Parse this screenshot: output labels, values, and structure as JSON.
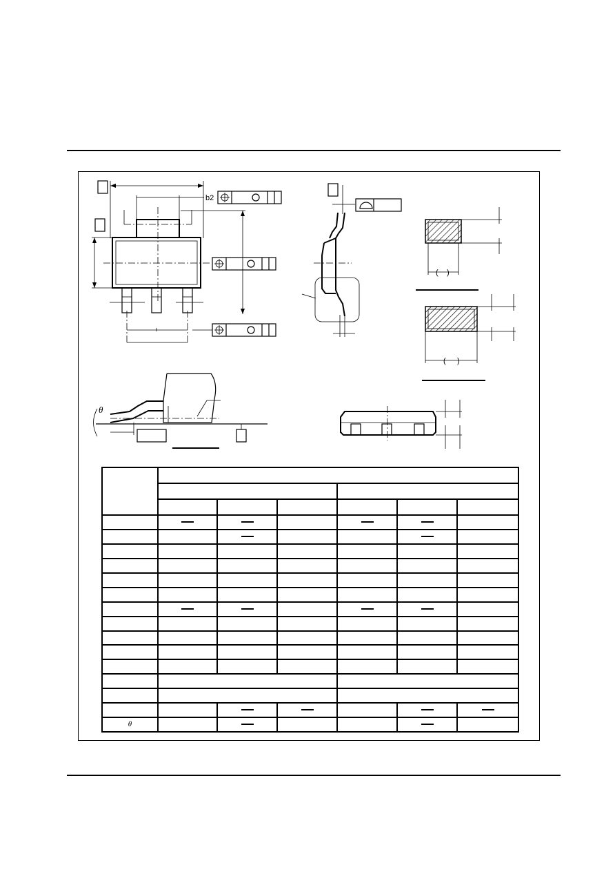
{
  "drawing": {
    "label_b2": "b2",
    "symbol_theta": "θ",
    "paren_open": "(",
    "paren_close": ")"
  },
  "table": {
    "dash_glyph": "—",
    "rows": [
      {
        "sym": "",
        "cells": [
          "dash",
          "dash",
          "",
          "dash",
          "dash",
          ""
        ]
      },
      {
        "sym": "",
        "cells": [
          "",
          "dash",
          "",
          "",
          "dash",
          ""
        ]
      },
      {
        "sym": "",
        "cells": [
          "",
          "",
          "",
          "",
          "",
          ""
        ]
      },
      {
        "sym": "",
        "cells": [
          "",
          "",
          "",
          "",
          "",
          ""
        ]
      },
      {
        "sym": "",
        "cells": [
          "",
          "",
          "",
          "",
          "",
          ""
        ]
      },
      {
        "sym": "",
        "cells": [
          "",
          "",
          "",
          "",
          "",
          ""
        ]
      },
      {
        "sym": "",
        "cells": [
          "dash",
          "dash",
          "",
          "dash",
          "dash",
          ""
        ]
      },
      {
        "sym": "",
        "cells": [
          "",
          "",
          "",
          "",
          "",
          ""
        ]
      },
      {
        "sym": "",
        "cells": [
          "",
          "",
          "",
          "",
          "",
          ""
        ]
      },
      {
        "sym": "",
        "cells": [
          "",
          "",
          "",
          "",
          "",
          ""
        ]
      },
      {
        "sym": "",
        "cells": [
          "",
          "",
          "",
          "",
          "",
          ""
        ]
      }
    ],
    "row_e1": {
      "sym": "",
      "left": "",
      "right": ""
    },
    "row_e2": {
      "sym": "",
      "left": "",
      "right": ""
    },
    "row_l": {
      "sym": "",
      "cells": [
        "",
        "dash",
        "dash",
        "",
        "dash",
        "dash"
      ]
    },
    "row_theta": {
      "sym": "θ",
      "cells": [
        "",
        "dash",
        "",
        "",
        "dash",
        ""
      ]
    }
  }
}
